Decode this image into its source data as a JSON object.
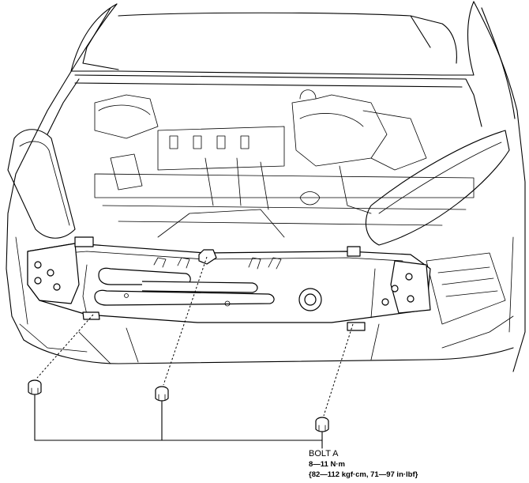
{
  "callout": {
    "name": "BOLT A",
    "torque_nm": "8—11 N·m",
    "torque_alt": "{82—112 kgf·cm, 71—97 in·lbf}"
  }
}
